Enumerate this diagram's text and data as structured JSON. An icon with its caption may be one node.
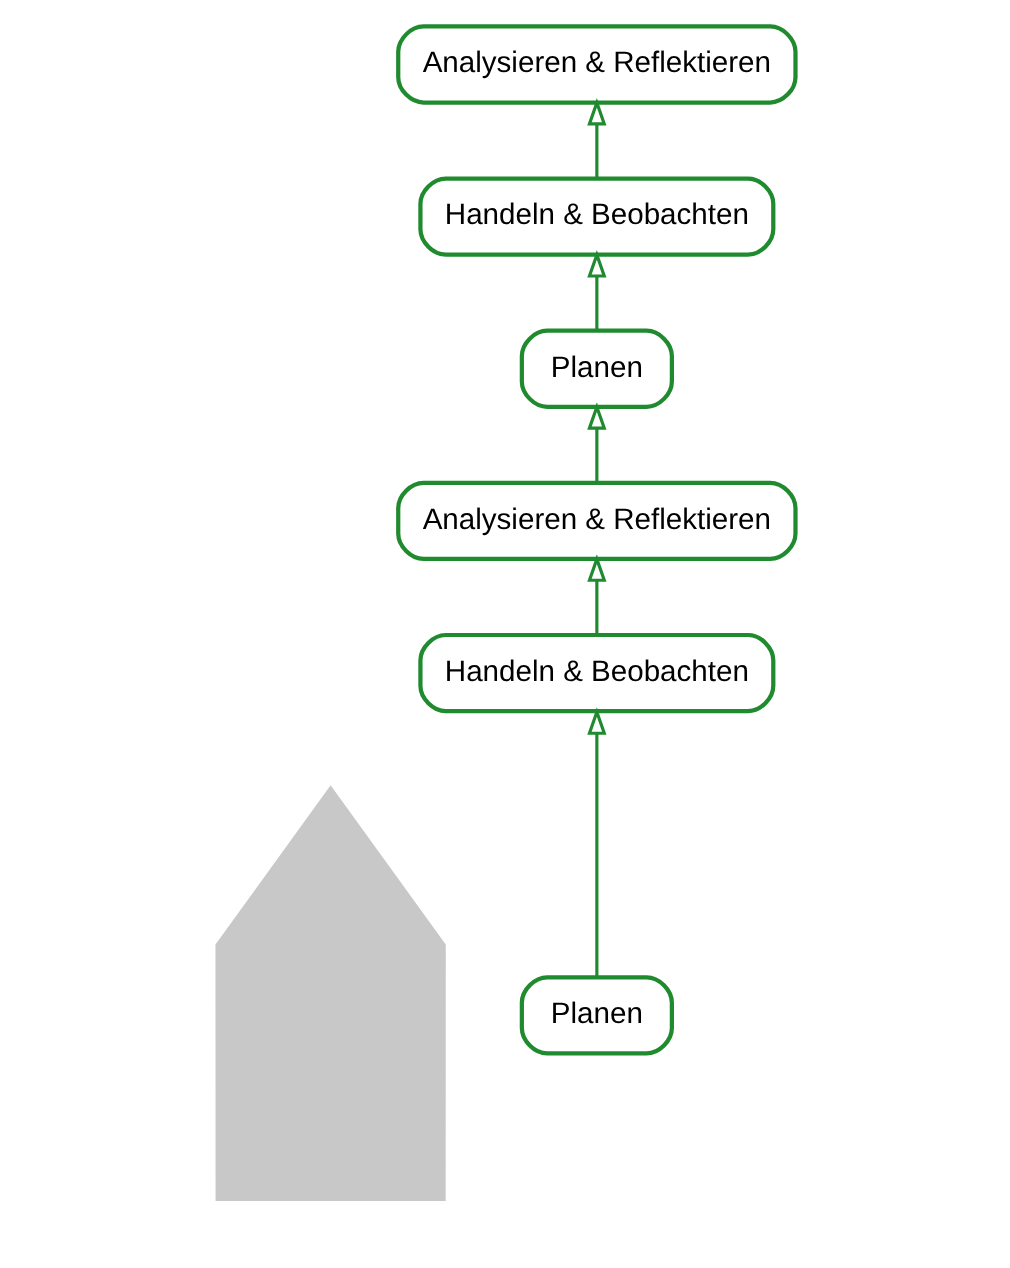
{
  "diagram": {
    "nodes": [
      {
        "text": [],
        "shape": "arrow"
      },
      {
        "text": [
          "Handeln & Beobachten"
        ]
      },
      {
        "text": [
          "Analysieren & Reflektieren"
        ]
      },
      {
        "text": [
          "Planen"
        ]
      },
      {
        "text": [
          "Handeln & Beobachten"
        ]
      },
      {
        "text": [
          "Analysieren & Reflektieren"
        ]
      },
      {
        "text": [
          "Planen"
        ]
      }
    ],
    "edges": [
      {
        "from": 6,
        "to": 4,
        "arrow": "to"
      },
      {
        "from": 4,
        "to": 5,
        "arrow": "to"
      },
      {
        "from": 5,
        "to": 3,
        "arrow": "to"
      },
      {
        "from": 3,
        "to": 1,
        "arrow": "to"
      },
      {
        "from": 1,
        "to": 2,
        "arrow": "to"
      }
    ]
  }
}
